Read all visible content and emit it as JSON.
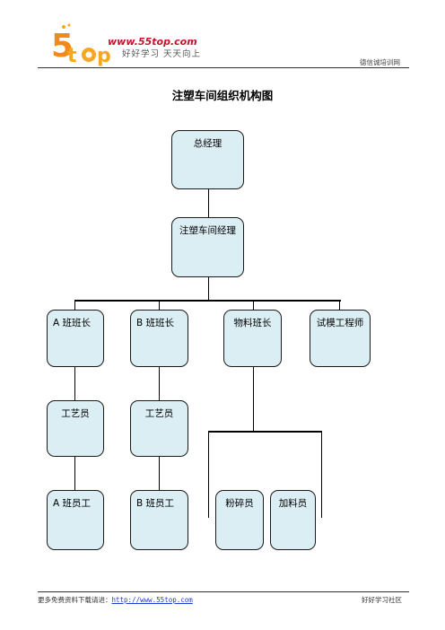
{
  "header": {
    "logo_url": "www.55top.com",
    "logo_slogan": "好好学习 天天向上",
    "site_name": "德信诚培训网"
  },
  "title": "注塑车间组织机构图",
  "org": {
    "general_manager": "总经理",
    "workshop_manager": "注塑车间经理",
    "team_a_leader": "A 班班长",
    "team_b_leader": "B 班班长",
    "material_leader": "物料班长",
    "trial_engineer": "试模工程师",
    "process_a": "工艺员",
    "process_b": "工艺员",
    "worker_a": "A 班员工",
    "worker_b": "B 班员工",
    "crusher": "粉碎员",
    "feeder": "加料员"
  },
  "footer": {
    "prefix": "更多免费资料下载请进：",
    "link": "http://www.55top.com",
    "right": "好好学习社区"
  }
}
